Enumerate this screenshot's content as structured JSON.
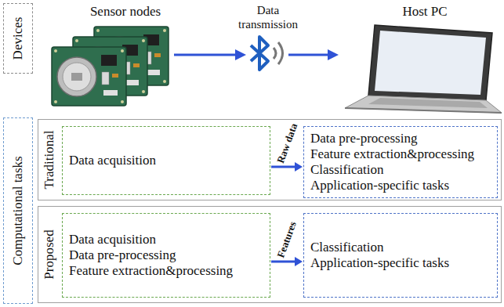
{
  "diagram": {
    "nodes": [
      {
        "text": [
          "Devices"
        ]
      },
      {
        "text": [
          "Computational tasks"
        ]
      },
      {
        "text": [
          "Traditional"
        ]
      },
      {
        "text": [
          "Data acquisition"
        ],
        "in": 2
      },
      {
        "text": [
          "Data pre-processing",
          "Feature extraction&processing",
          "Classification",
          "Application-specific tasks"
        ],
        "in": 2
      },
      {
        "text": [
          "Proposed"
        ]
      },
      {
        "text": [
          "Data acquisition",
          "Data pre-processing",
          "Feature extraction&processing"
        ],
        "in": 5
      },
      {
        "text": [
          "Classification",
          "Application-specific tasks"
        ],
        "in": 5
      }
    ],
    "edges": [
      {
        "from": 3,
        "to": 4,
        "label": "Raw data",
        "arrow": "to"
      },
      {
        "from": 6,
        "to": 7,
        "label": "Features",
        "arrow": "to"
      }
    ],
    "labels": [
      "Sensor nodes",
      "Data transmission",
      "Host PC"
    ]
  }
}
